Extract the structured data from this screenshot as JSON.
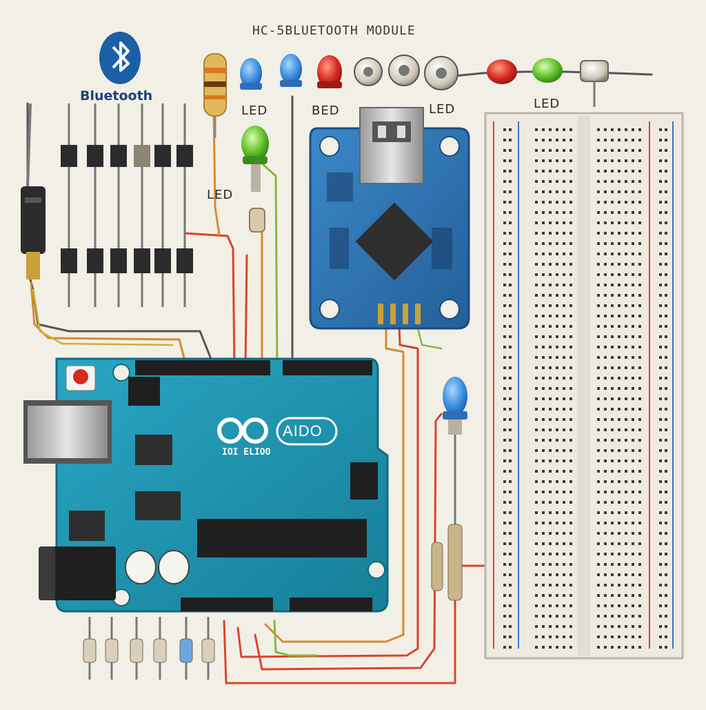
{
  "diagram": {
    "title": "HC-5BLUETOOTH MODULE",
    "bluetooth_logo": {
      "text": "Bluetooth",
      "icon": "bluetooth-icon"
    },
    "labels": [
      "LED",
      "BED",
      "LED",
      "LED",
      "LED"
    ],
    "arduino": {
      "logo_text": "AIDO",
      "sub_text": "IOI ELIOO",
      "brand_icon": "infinity-icon"
    },
    "colors": {
      "background": "#f2efe7",
      "board": "#1f9bb5",
      "module": "#2f78b8",
      "wire_red": "#d8452b",
      "wire_orange": "#d9892c",
      "wire_green": "#86b83a",
      "wire_gray": "#555555",
      "led_blue": "#3f8fe0",
      "led_red": "#d6291f",
      "led_green": "#5fc028"
    }
  }
}
